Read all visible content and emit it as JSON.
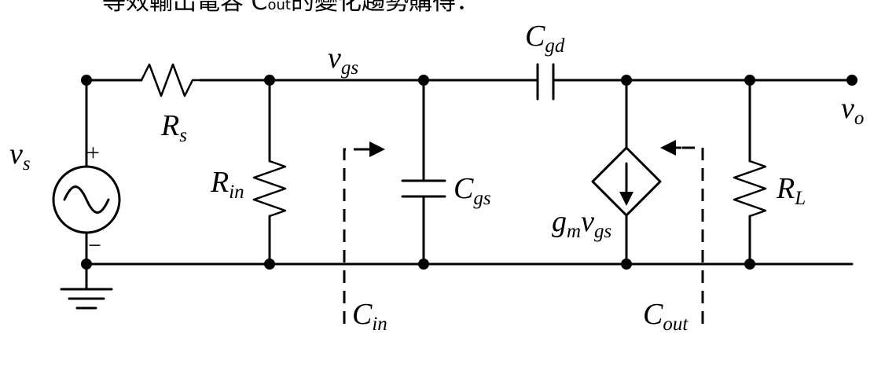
{
  "header_fragment": "等效輸出電容 C",
  "header_fragment_sub": "out",
  "header_fragment_tail": "的變化趨勢購得：",
  "labels": {
    "vs": {
      "base": "v",
      "sub": "s"
    },
    "Rs": {
      "base": "R",
      "sub": "s"
    },
    "vgs_top": {
      "base": "v",
      "sub": "gs"
    },
    "Cgd": {
      "base": "C",
      "sub": "gd"
    },
    "vo": {
      "base": "v",
      "sub": "o"
    },
    "Rin": {
      "base": "R",
      "sub": "in"
    },
    "Cgs": {
      "base": "C",
      "sub": "gs"
    },
    "gm": {
      "base": "g",
      "sub": "m"
    },
    "gm_v": {
      "base": "v",
      "sub": "gs"
    },
    "RL": {
      "base": "R",
      "sub": "L"
    },
    "Cin": {
      "base": "C",
      "sub": "in"
    },
    "Cout": {
      "base": "C",
      "sub": "out"
    },
    "plus": "+",
    "minus": "−"
  }
}
